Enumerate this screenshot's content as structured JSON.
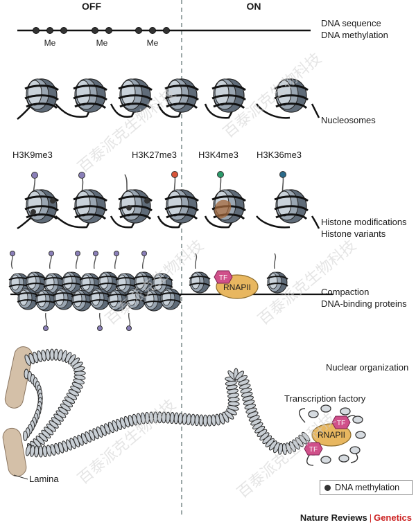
{
  "headers": {
    "off": "OFF",
    "on": "ON"
  },
  "dna_marks": [
    "Me",
    "Me",
    "Me"
  ],
  "side_labels": {
    "dna_sequence": "DNA sequence",
    "dna_methylation": "DNA methylation",
    "nucleosomes": "Nucleosomes",
    "histone_modifications": "Histone modifications",
    "histone_variants": "Histone variants",
    "compaction": "Compaction",
    "dna_binding_proteins": "DNA-binding proteins",
    "nuclear_organization": "Nuclear organization",
    "transcription_factory": "Transcription factory"
  },
  "histone_marks": {
    "h3k9me3": "H3K9me3",
    "h3k27me3": "H3K27me3",
    "h3k4me3": "H3K4me3",
    "h3k36me3": "H3K36me3"
  },
  "protein_labels": {
    "rnapii_compaction": "RNAPII",
    "rnapii_factory": "RNAPII",
    "tf": "TF"
  },
  "lamina_label": "Lamina",
  "legend": {
    "label": "DNA methylation"
  },
  "footer": {
    "journal": "Nature Reviews",
    "sep": "|",
    "section": "Genetics"
  },
  "watermark": "百泰派克生物科技",
  "colors": {
    "h3k9me3": "#8a7fb8",
    "h3k27me3": "#d9553a",
    "h3k4me3": "#2a9a6a",
    "h3k36me3": "#2a6a8a",
    "rnapii": "#e8b760",
    "tf": "#d0508a",
    "lamina": "#d4c0a8",
    "variant": "#a0663a"
  }
}
